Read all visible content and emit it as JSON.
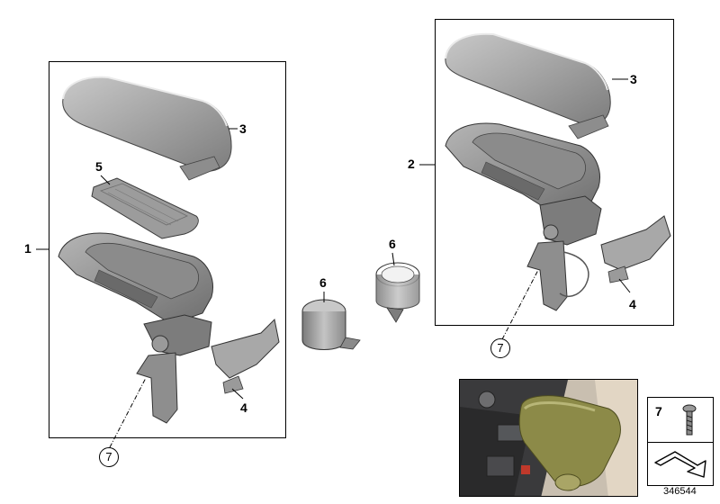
{
  "callouts": {
    "left_assembly": "1",
    "right_assembly": "2",
    "lid_left": "3",
    "lid_right": "3",
    "bracket_left": "4",
    "bracket_right": "4",
    "mat": "5",
    "cup_holder_closed": "6",
    "cup_holder_open": "6",
    "screw_left": "7",
    "screw_right": "7"
  },
  "legend": {
    "item_number": "7"
  },
  "diagram_id": "346544",
  "colors": {
    "part_gray": "#9d9d9d",
    "part_light": "#d4d4d4",
    "part_dark": "#5a5a5a",
    "line": "#000000",
    "photo_armrest": "#8c8a48"
  }
}
